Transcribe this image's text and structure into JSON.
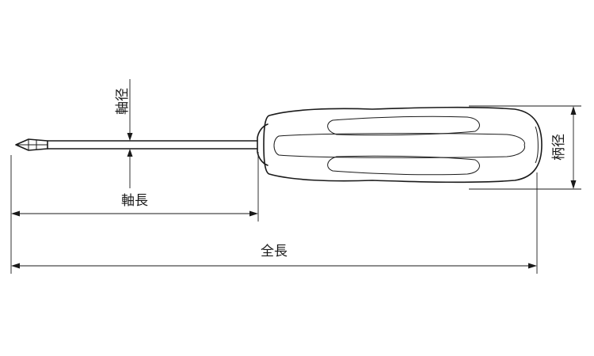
{
  "labels": {
    "shaft_diameter": "軸径",
    "shaft_length": "軸長",
    "overall_length": "全長",
    "handle_diameter": "柄径"
  }
}
